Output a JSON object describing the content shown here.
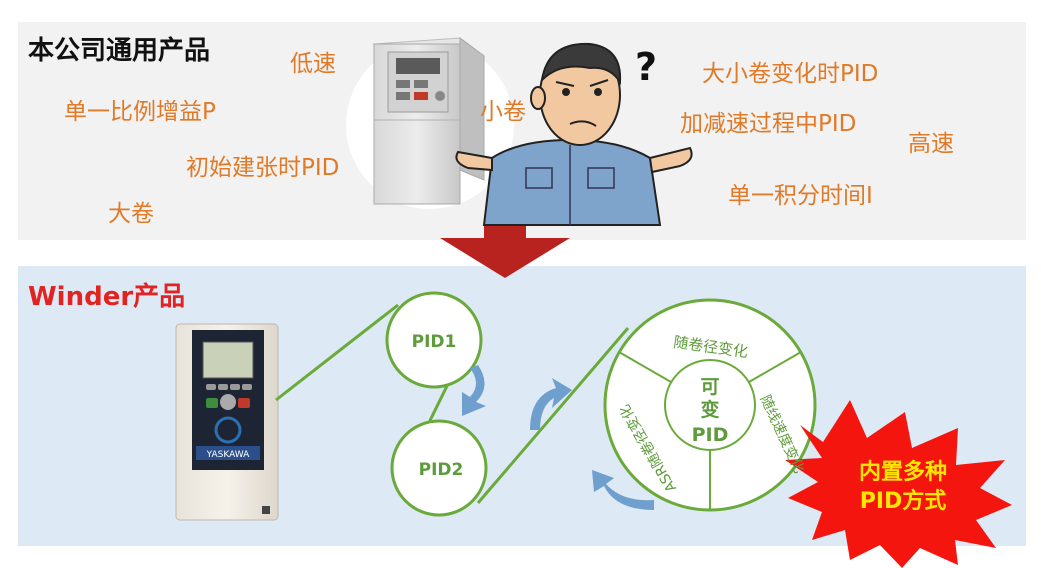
{
  "top": {
    "heading": "本公司通用产品",
    "question_mark": "?",
    "keywords": {
      "low_speed": "低速",
      "single_p": "单一比例增益P",
      "initial_tension": "初始建张时PID",
      "large_roll": "大卷",
      "small_roll": "小卷",
      "roll_change": "大小卷变化时PID",
      "accel_decel": "加减速过程中PID",
      "high_speed": "高速",
      "single_i": "单一积分时间I"
    }
  },
  "bottom": {
    "heading": "Winder产品",
    "roller1": "PID1",
    "roller2": "PID2",
    "wheel": {
      "center_line1": "可",
      "center_line2": "变",
      "center_line3": "PID",
      "seg_top": "随卷径变化",
      "seg_right": "随线速度变化",
      "seg_left": "ASR随卷径变化"
    },
    "burst": {
      "line1": "内置多种",
      "line2": "PID方式"
    },
    "device_brand": "YASKAWA"
  },
  "colors": {
    "keyword": "#e07a28",
    "green": "#6aaa3a",
    "arrow_red": "#b8231f",
    "curved_arrow": "#6f9fcc",
    "burst": "#f4150f",
    "burst_text": "#ffe600"
  }
}
